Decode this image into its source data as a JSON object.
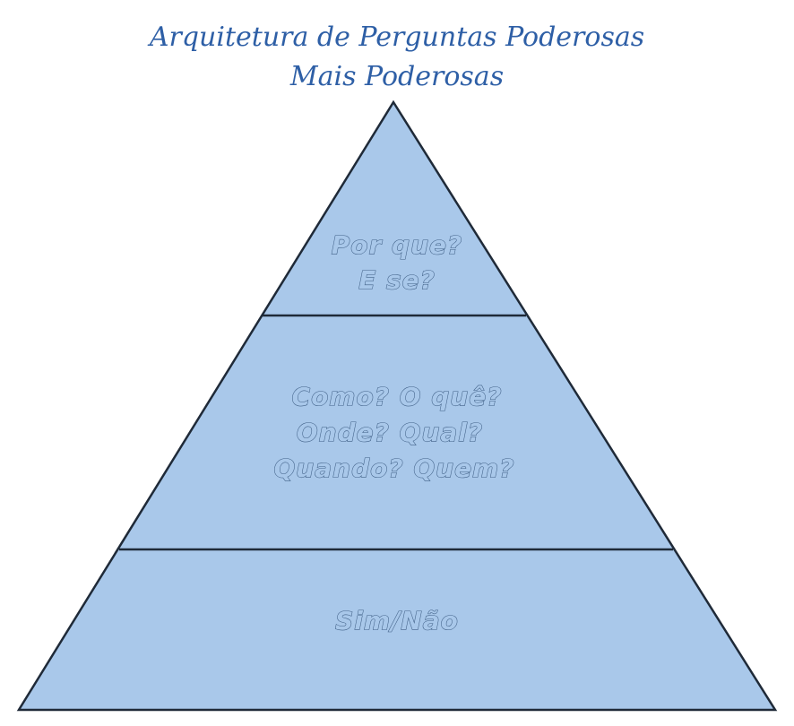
{
  "title": {
    "line1": "Arquitetura de Perguntas Poderosas",
    "line2": "Mais Poderosas"
  },
  "tiers": [
    {
      "lines": [
        "Por que?",
        "E se?"
      ]
    },
    {
      "lines": [
        "Como? O quê?",
        "Onde? Qual?",
        "Quando? Quem?"
      ]
    },
    {
      "lines": [
        "Sim/Não"
      ]
    }
  ],
  "colors": {
    "fill": "#a9c8ea",
    "outline": "#1f2a38",
    "title": "#2e5fa6"
  }
}
